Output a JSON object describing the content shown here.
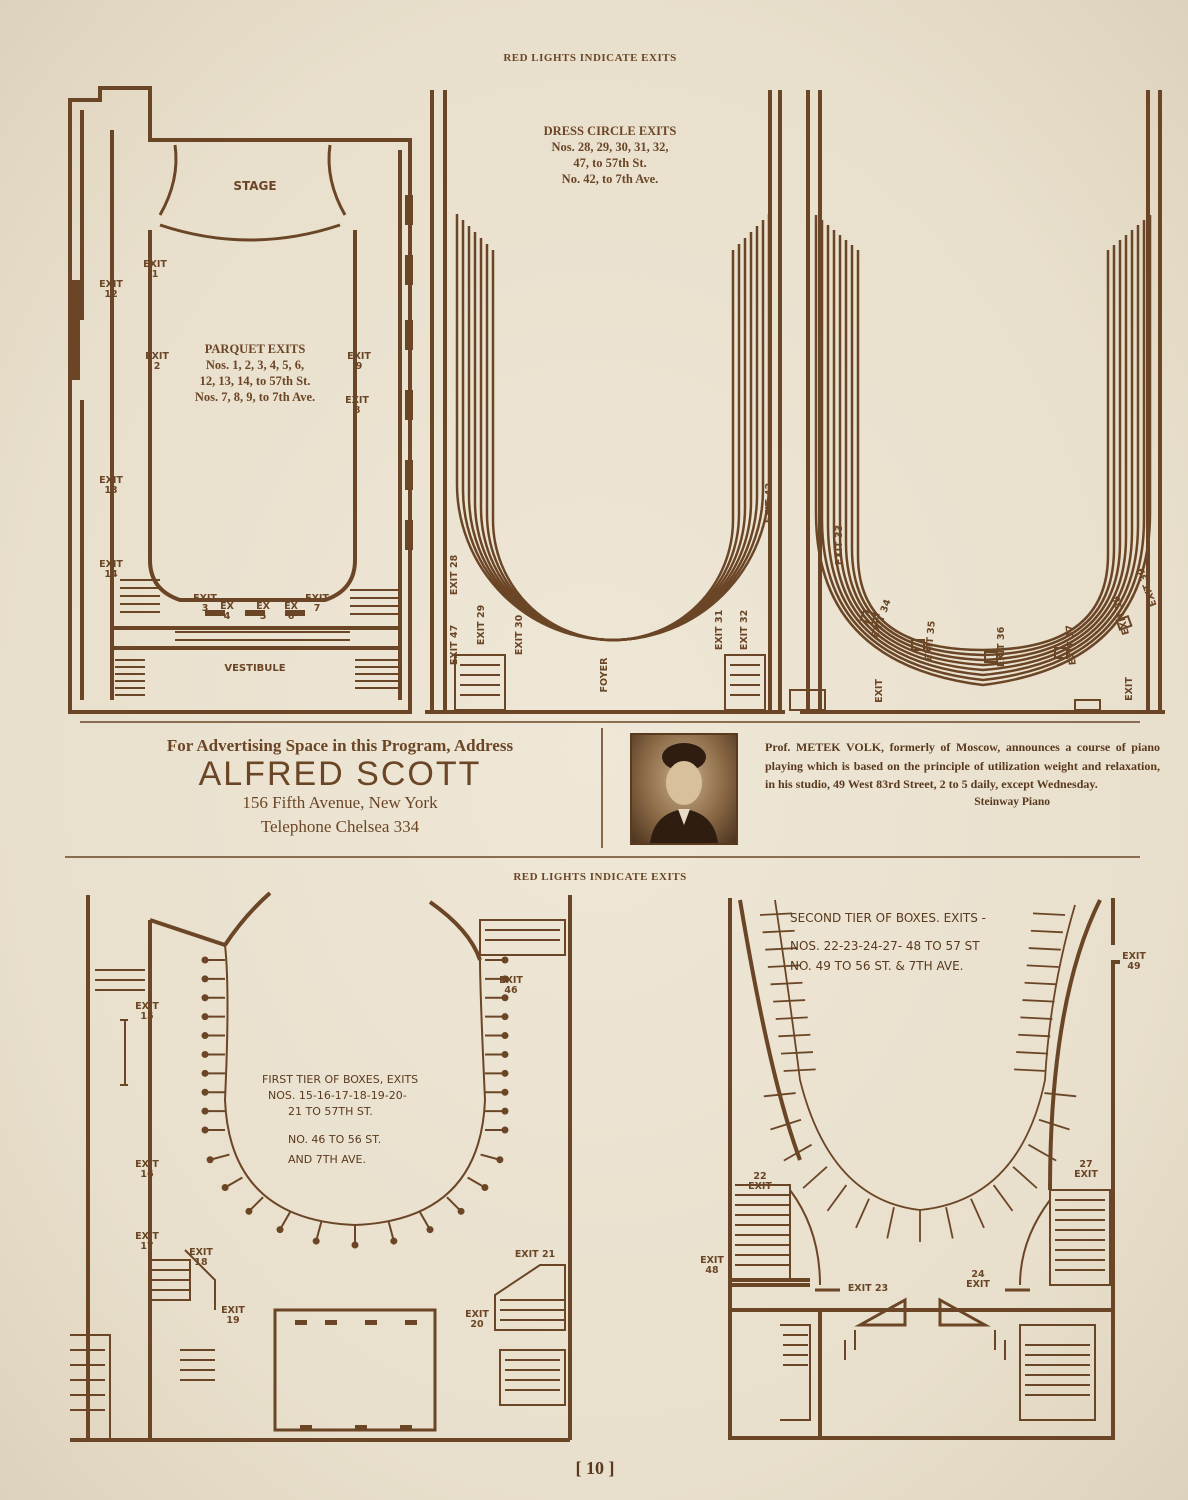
{
  "top_heading": "RED LIGHTS INDICATE EXITS",
  "bottom_heading": "RED LIGHTS INDICATE EXITS",
  "parquet": {
    "stage": "STAGE",
    "vestibule": "VESTIBULE",
    "title": "PARQUET EXITS",
    "line1": "Nos. 1, 2, 3, 4, 5, 6,",
    "line2": "12, 13, 14, to 57th St.",
    "line3": "Nos. 7, 8, 9, to 7th Ave.",
    "exits": {
      "e1": "EXIT\n1",
      "e12": "EXIT\n12",
      "e2": "EXIT\n2",
      "e9": "EXIT\n9",
      "e8": "EXIT\n8",
      "e13": "EXIT\n13",
      "e14": "EXIT\n14",
      "e3": "EXIT\n3",
      "e4": "EX\n4",
      "e5": "EX\n5",
      "e6": "EX\n6",
      "e7": "EXIT\n7"
    }
  },
  "dress_circle": {
    "title": "DRESS CIRCLE EXITS",
    "line1": "Nos. 28, 29, 30, 31, 32,",
    "line2": "47, to 57th St.",
    "line3": "No. 42, to 7th Ave.",
    "foyer": "FOYER",
    "exits": {
      "e28": "EXIT 28",
      "e29": "EXIT 29",
      "e30": "EXIT 30",
      "e31": "EXIT 31",
      "e32": "EXIT 32",
      "e47": "EXIT 47",
      "e42": "EXIT 42"
    }
  },
  "balcony": {
    "exits": {
      "e33": "EXIT 33",
      "e34": "EXIT 34",
      "e35": "EXIT 35",
      "e36": "EXIT 36",
      "e37": "EXIT 37",
      "e38": "EXIT 38",
      "e39": "EXIT 39",
      "eL": "EXIT",
      "eR": "EXIT"
    }
  },
  "ad_left": {
    "line1": "For Advertising Space in this Program, Address",
    "name": "ALFRED SCOTT",
    "line3": "156 Fifth Avenue, New York",
    "line4": "Telephone Chelsea 334"
  },
  "ad_right": {
    "text": "Prof. METEK VOLK, formerly of Moscow, announces a course of piano playing which is based on the principle of utilization weight and relaxation, in his studio, 49 West 83rd Street, 2 to 5 daily, except Wednesday.",
    "signature": "Steinway Piano"
  },
  "first_tier": {
    "line1": "FIRST TIER OF BOXES, EXITS",
    "line2": "NOS. 15-16-17-18-19-20-",
    "line3": "21 TO 57TH ST.",
    "line4": "NO. 46 TO 56 ST.",
    "line5": "AND 7TH AVE.",
    "exits": {
      "e15": "EXIT\n15",
      "e16": "EXIT\n16",
      "e17": "EXIT\n17",
      "e18": "EXIT\n18",
      "e19": "EXIT\n19",
      "e20": "EXIT\n20",
      "e21": "EXIT 21",
      "e46": "EXIT\n46"
    }
  },
  "second_tier": {
    "line1": "SECOND TIER OF BOXES. EXITS -",
    "line2": "NOS. 22-23-24-27- 48 TO 57 ST",
    "line3": "NO. 49 TO 56 ST. & 7TH AVE.",
    "exits": {
      "e49": "EXIT\n49",
      "e22": "22\nEXIT",
      "e27": "27\nEXIT",
      "e48": "EXIT\n48",
      "e23": "EXIT 23",
      "e24": "24\nEXIT"
    }
  },
  "page_number": "[ 10 ]"
}
